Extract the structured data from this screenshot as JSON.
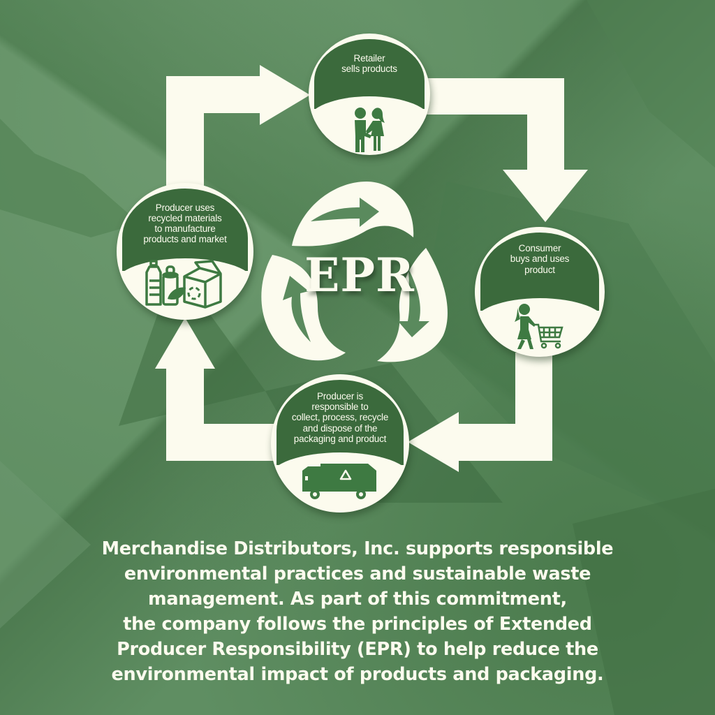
{
  "colors": {
    "background": "#5f8e62",
    "dark_green": "#3b6a3c",
    "icon_green": "#3e7a42",
    "cream": "#fcfbee"
  },
  "diagram": {
    "title": "EPR",
    "center_icon": "recycle-three-arrows-icon",
    "steps": [
      {
        "id": "retailer",
        "label_lines": [
          "Retailer",
          "sells products"
        ],
        "icon": "handshake-people-icon"
      },
      {
        "id": "consumer",
        "label_lines": [
          "Consumer",
          "buys and uses",
          "product"
        ],
        "icon": "child-with-shopping-cart-icon"
      },
      {
        "id": "producer-collects",
        "label_lines": [
          "Producer is",
          "responsible to",
          "collect, process, recycle",
          "and dispose of the",
          "packaging and product"
        ],
        "icon": "recycling-truck-icon"
      },
      {
        "id": "producer-manufactures",
        "label_lines": [
          "Producer uses",
          "recycled materials",
          "to manufacture",
          "products and market"
        ],
        "icon": "recycled-products-bottle-can-box-icon"
      }
    ],
    "flow": [
      "producer-manufactures",
      "retailer",
      "consumer",
      "producer-collects",
      "producer-manufactures"
    ]
  },
  "statement": {
    "lines": [
      "Merchandise Distributors, Inc. supports responsible",
      "environmental practices and sustainable waste",
      "management. As part of this commitment,",
      "the company follows the principles of Extended",
      "Producer Responsibility (EPR) to help reduce the",
      "environmental impact of products and packaging."
    ]
  }
}
